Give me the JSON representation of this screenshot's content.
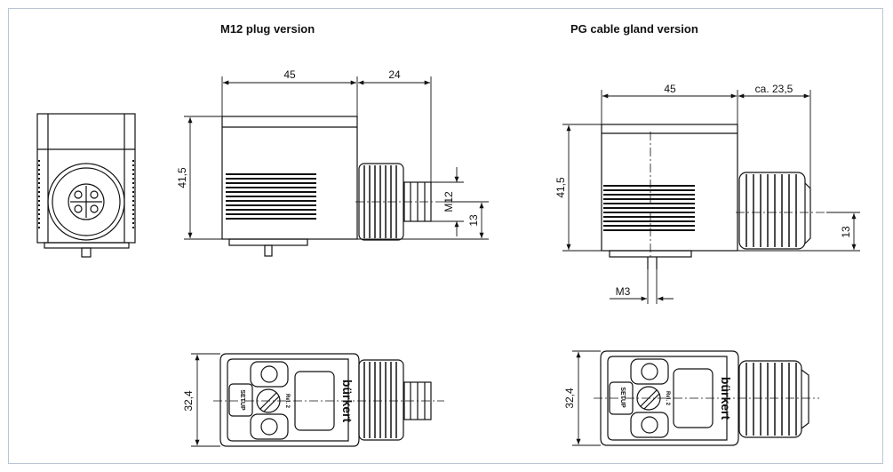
{
  "titles": {
    "left": "M12 plug version",
    "right": "PG cable gland version"
  },
  "dimensions": {
    "m12_width": "45",
    "m12_connector": "24",
    "m12_height": "41,5",
    "m12_thread": "M12",
    "m12_offset": "13",
    "m12_depth": "32,4",
    "pg_width": "45",
    "pg_gland": "ca. 23,5",
    "pg_height": "41,5",
    "pg_offset": "13",
    "pg_screw": "M3",
    "pg_depth": "32,4"
  },
  "labels": {
    "brand": "bürkert",
    "relay": "Rel. 2",
    "setup": "SETUP"
  },
  "colors": {
    "frame": "#b9c6d3",
    "line": "#111111",
    "fill": "#ffffff"
  }
}
